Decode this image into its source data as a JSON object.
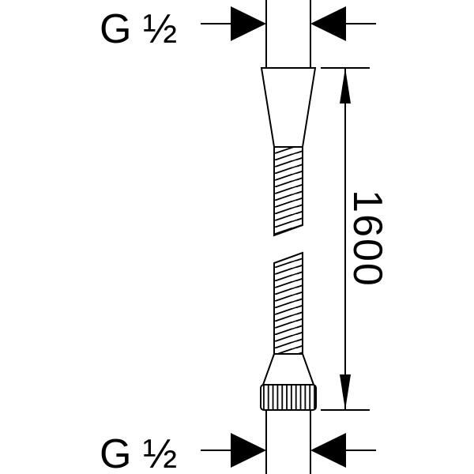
{
  "drawing": {
    "background": "#ffffff",
    "line_color": "#000000",
    "labels": {
      "top_thread": "G ½",
      "bottom_thread": "G ½",
      "length": "1600"
    }
  }
}
